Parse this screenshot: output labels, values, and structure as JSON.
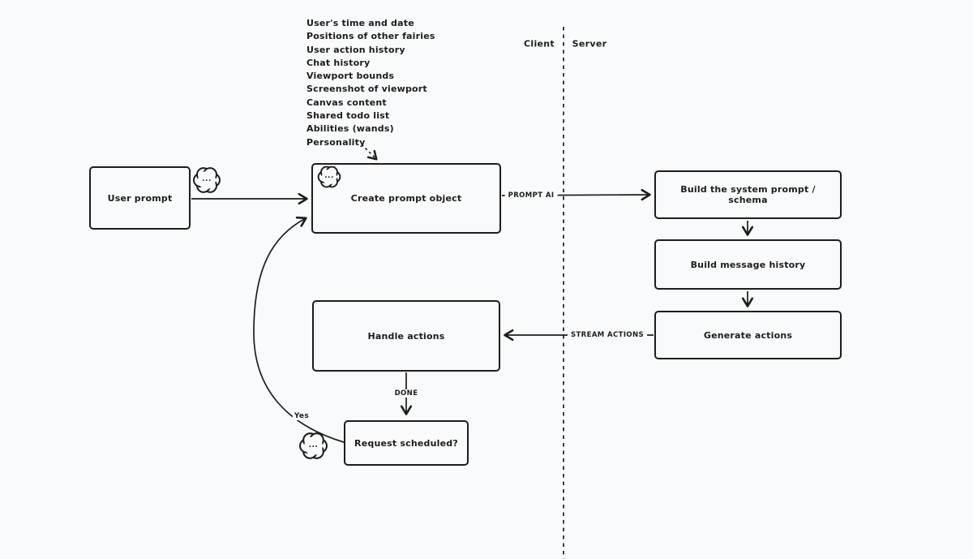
{
  "app": {
    "background_color": "#f9fafb",
    "ink_color": "#1d1d1d"
  },
  "context_list": {
    "items": [
      "User's time and date",
      "Positions of other fairies",
      "User action history",
      "Chat history",
      "Viewport bounds",
      "Screenshot of viewport",
      "Canvas content",
      "Shared todo list",
      "Abilities (wands)",
      "Personality"
    ]
  },
  "divider": {
    "client_label": "Client",
    "server_label": "Server"
  },
  "nodes": {
    "user_prompt": {
      "label": "User prompt"
    },
    "create_prompt_object": {
      "label": "Create prompt object"
    },
    "build_system_prompt": {
      "label": "Build the system prompt / schema"
    },
    "build_message_history": {
      "label": "Build message history"
    },
    "generate_actions": {
      "label": "Generate actions"
    },
    "handle_actions": {
      "label": "Handle actions"
    },
    "request_scheduled": {
      "label": "Request scheduled?"
    }
  },
  "edges": {
    "prompt_ai_label": "PROMPT AI",
    "stream_actions_label": "STREAM ACTIONS",
    "done_label": "DONE",
    "yes_label": "Yes"
  },
  "bubbles": {
    "ellipsis": "..."
  }
}
